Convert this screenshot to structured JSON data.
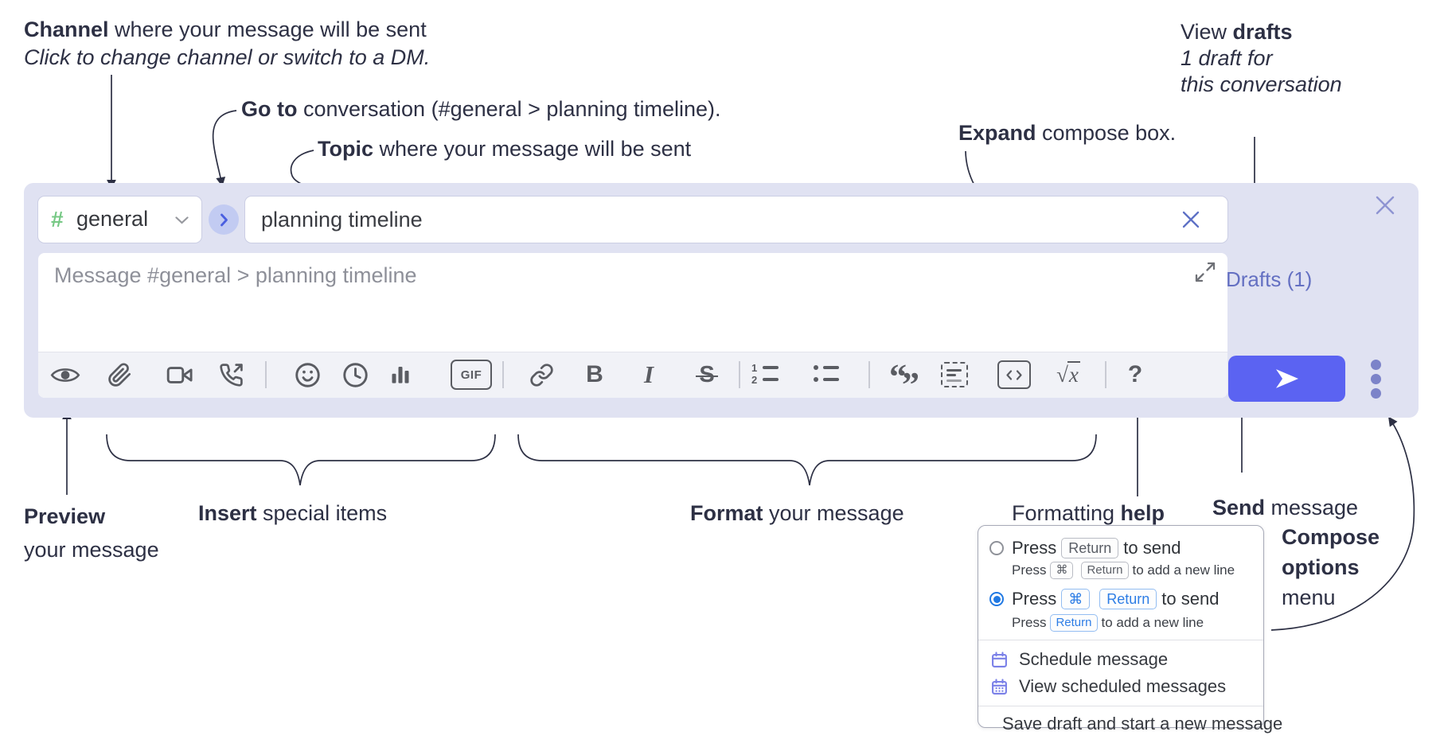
{
  "annotations": {
    "channel_note": {
      "bold": "Channel",
      "rest": " where your message will be sent",
      "line2": "Click to change channel or switch to a DM."
    },
    "goto_note": {
      "bold": "Go to",
      "rest": " conversation (#general > planning timeline)."
    },
    "topic_note": {
      "bold": "Topic",
      "rest": " where your message will be sent"
    },
    "expand_note": {
      "bold": "Expand",
      "rest": " compose box."
    },
    "drafts_note": {
      "pre": "View ",
      "bold": "drafts",
      "line2": "1 draft for",
      "line3": "this conversation"
    },
    "preview_note": {
      "bold": "Preview",
      "line2": "your message"
    },
    "insert_note": {
      "bold": "Insert",
      "rest": " special items"
    },
    "format_note": {
      "bold": "Format",
      "rest": " your message"
    },
    "help_note": {
      "pre": "Formatting ",
      "bold": "help"
    },
    "send_note": {
      "bold": "Send",
      "rest": " message"
    },
    "compose_options_note": {
      "line1": "Compose",
      "line2": "options",
      "line3": "menu"
    }
  },
  "compose": {
    "channel": {
      "hash": "#",
      "name": "general"
    },
    "topic_value": "planning timeline",
    "message_placeholder": "Message #general > planning timeline",
    "drafts_link": "Drafts (1)",
    "toolbar": {
      "gif": "GIF",
      "bold": "B",
      "italic": "I",
      "strike": "S",
      "quote_open": "“",
      "quote_close": "”",
      "math_radical": "√",
      "math_x": "x",
      "help": "?",
      "list_num_1": "1",
      "list_num_2": "2"
    },
    "toolbar_icon_names": [
      "preview",
      "attach-file",
      "video-call",
      "voice-call",
      "emoji",
      "global-time",
      "poll",
      "gif",
      "link",
      "bold",
      "italic",
      "strikethrough",
      "numbered-list",
      "bulleted-list",
      "quote",
      "spoiler",
      "code",
      "math",
      "help"
    ]
  },
  "popup": {
    "opt1": {
      "press": "Press",
      "key1": "Return",
      "suffix": "to send",
      "sub_press": "Press",
      "sub_key1": "⌘",
      "sub_key2": "Return",
      "sub_suffix": "to add a new line"
    },
    "opt2": {
      "press": "Press",
      "key1": "⌘",
      "key2": "Return",
      "suffix": "to send",
      "sub_press": "Press",
      "sub_key1": "Return",
      "sub_suffix": "to add a new line"
    },
    "menu": [
      "Schedule message",
      "View scheduled messages",
      "Save draft and start a new message"
    ]
  },
  "colors": {
    "panel": "#e0e2f2",
    "send_button": "#5b63f2",
    "drafts_link": "#6470c2",
    "radio_selected": "#2179e3",
    "kbd_blue": "#2d7de5",
    "menu_icon_purple": "#7a80e8",
    "channel_hash_green": "#76c884",
    "annotation_text": "#2d3044",
    "toolbar_icon_gray": "#5a5c62"
  }
}
